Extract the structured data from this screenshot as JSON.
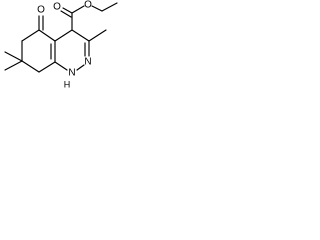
{
  "molecule": {
    "atoms": {
      "ring_o": "O",
      "ester_o_carbonyl": "O",
      "ester_o_ether": "O",
      "nh_h": "H",
      "nh_n": "N",
      "n_lower": "N"
    },
    "colors": {
      "bond": "#000000",
      "background": "#ffffff"
    }
  }
}
